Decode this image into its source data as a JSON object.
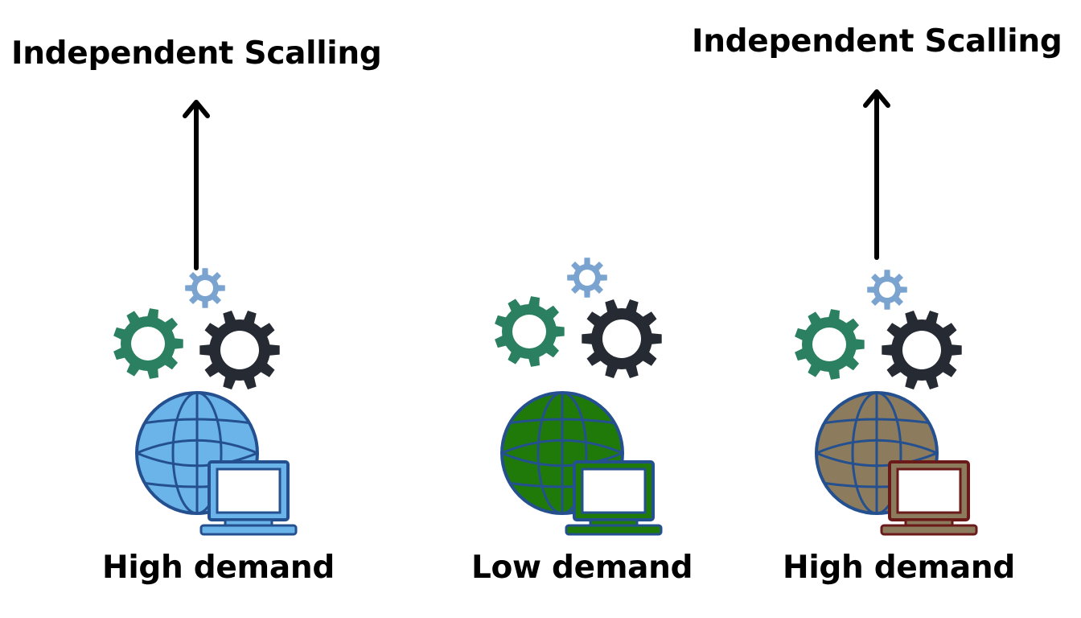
{
  "labels": {
    "scaling_left": "Independent Scalling",
    "scaling_right": "Independent Scalling"
  },
  "services": [
    {
      "demand": "High demand",
      "globe_color": "#6bb4e9",
      "globe_line": "#24508f",
      "laptop_color": "#6bb4e9",
      "laptop_line": "#24508f",
      "scaled": true
    },
    {
      "demand": "Low demand",
      "globe_color": "#207a0a",
      "globe_line": "#24508f",
      "laptop_color": "#207a0a",
      "laptop_line": "#24508f",
      "scaled": false
    },
    {
      "demand": "High demand",
      "globe_color": "#8d7b5d",
      "globe_line": "#24508f",
      "laptop_color": "#8d7b5d",
      "laptop_line": "#6b1a1a",
      "scaled": true
    }
  ],
  "colors": {
    "gear_small": "#7aa3d0",
    "gear_green": "#2a8060",
    "gear_dark": "#262a33",
    "arrow": "#000000",
    "screen": "#ffffff"
  },
  "icons": [
    "arrow-up-icon",
    "gear-icon",
    "globe-icon",
    "laptop-icon"
  ]
}
